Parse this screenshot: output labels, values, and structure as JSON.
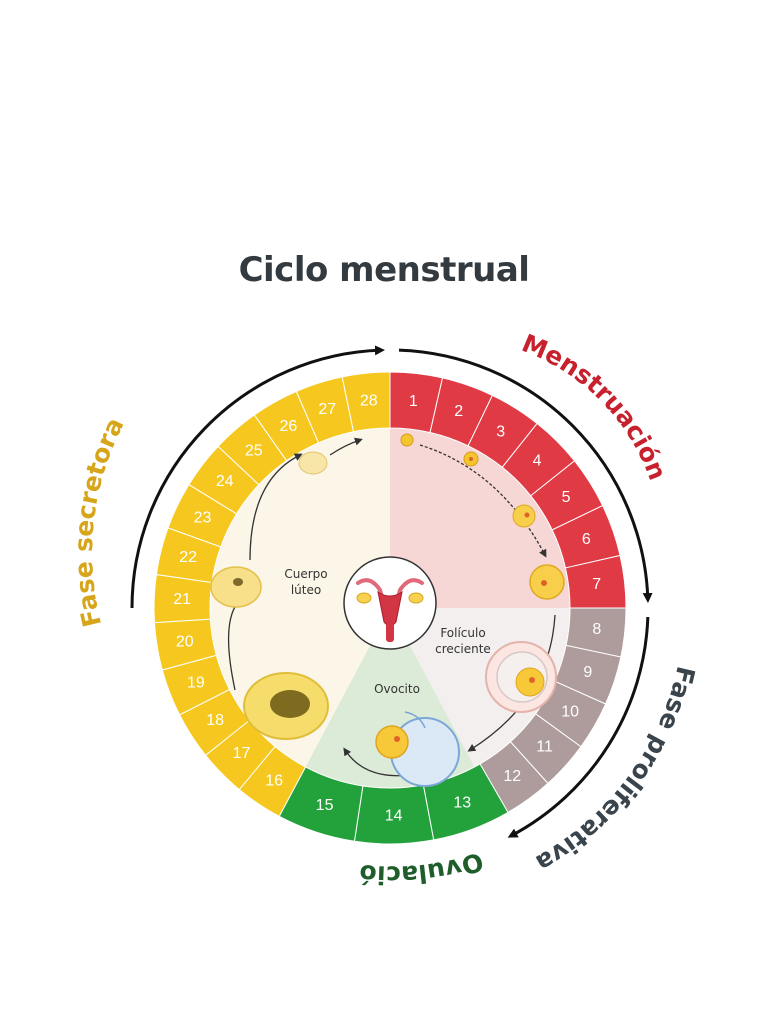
{
  "title": "Ciclo menstrual",
  "phases": {
    "menstruacion": {
      "label": "Menstruación",
      "color": "#c8212e",
      "days": [
        1,
        2,
        3,
        4,
        5,
        6,
        7
      ]
    },
    "proliferativa": {
      "label": "Fase proliferativa",
      "color": "#3a444c",
      "days": [
        8,
        9,
        10,
        11,
        12
      ]
    },
    "ovulacion": {
      "label": "Ovulación",
      "color": "#1f5e2a",
      "days": [
        13,
        14,
        15
      ]
    },
    "secretora": {
      "label": "Fase secretora",
      "color": "#d6a51a",
      "days": [
        16,
        17,
        18,
        19,
        20,
        21,
        22,
        23,
        24,
        25,
        26,
        27,
        28
      ]
    }
  },
  "ring_colors": {
    "menstruacion": "#e03a45",
    "proliferativa": "#ae9c9c",
    "ovulacion": "#23a23c",
    "secretora": "#f6c81f"
  },
  "inner_labels": {
    "cuerpo_luteo_1": "Cuerpo",
    "cuerpo_luteo_2": "lúteo",
    "foliculo_1": "Folículo",
    "foliculo_2": "creciente",
    "ovocito": "Ovocito"
  },
  "icons": {
    "center": "uterus-icon",
    "follicle": "follicle-icon",
    "ovum": "ovum-icon",
    "corpus_luteum": "corpus-luteum-icon"
  }
}
